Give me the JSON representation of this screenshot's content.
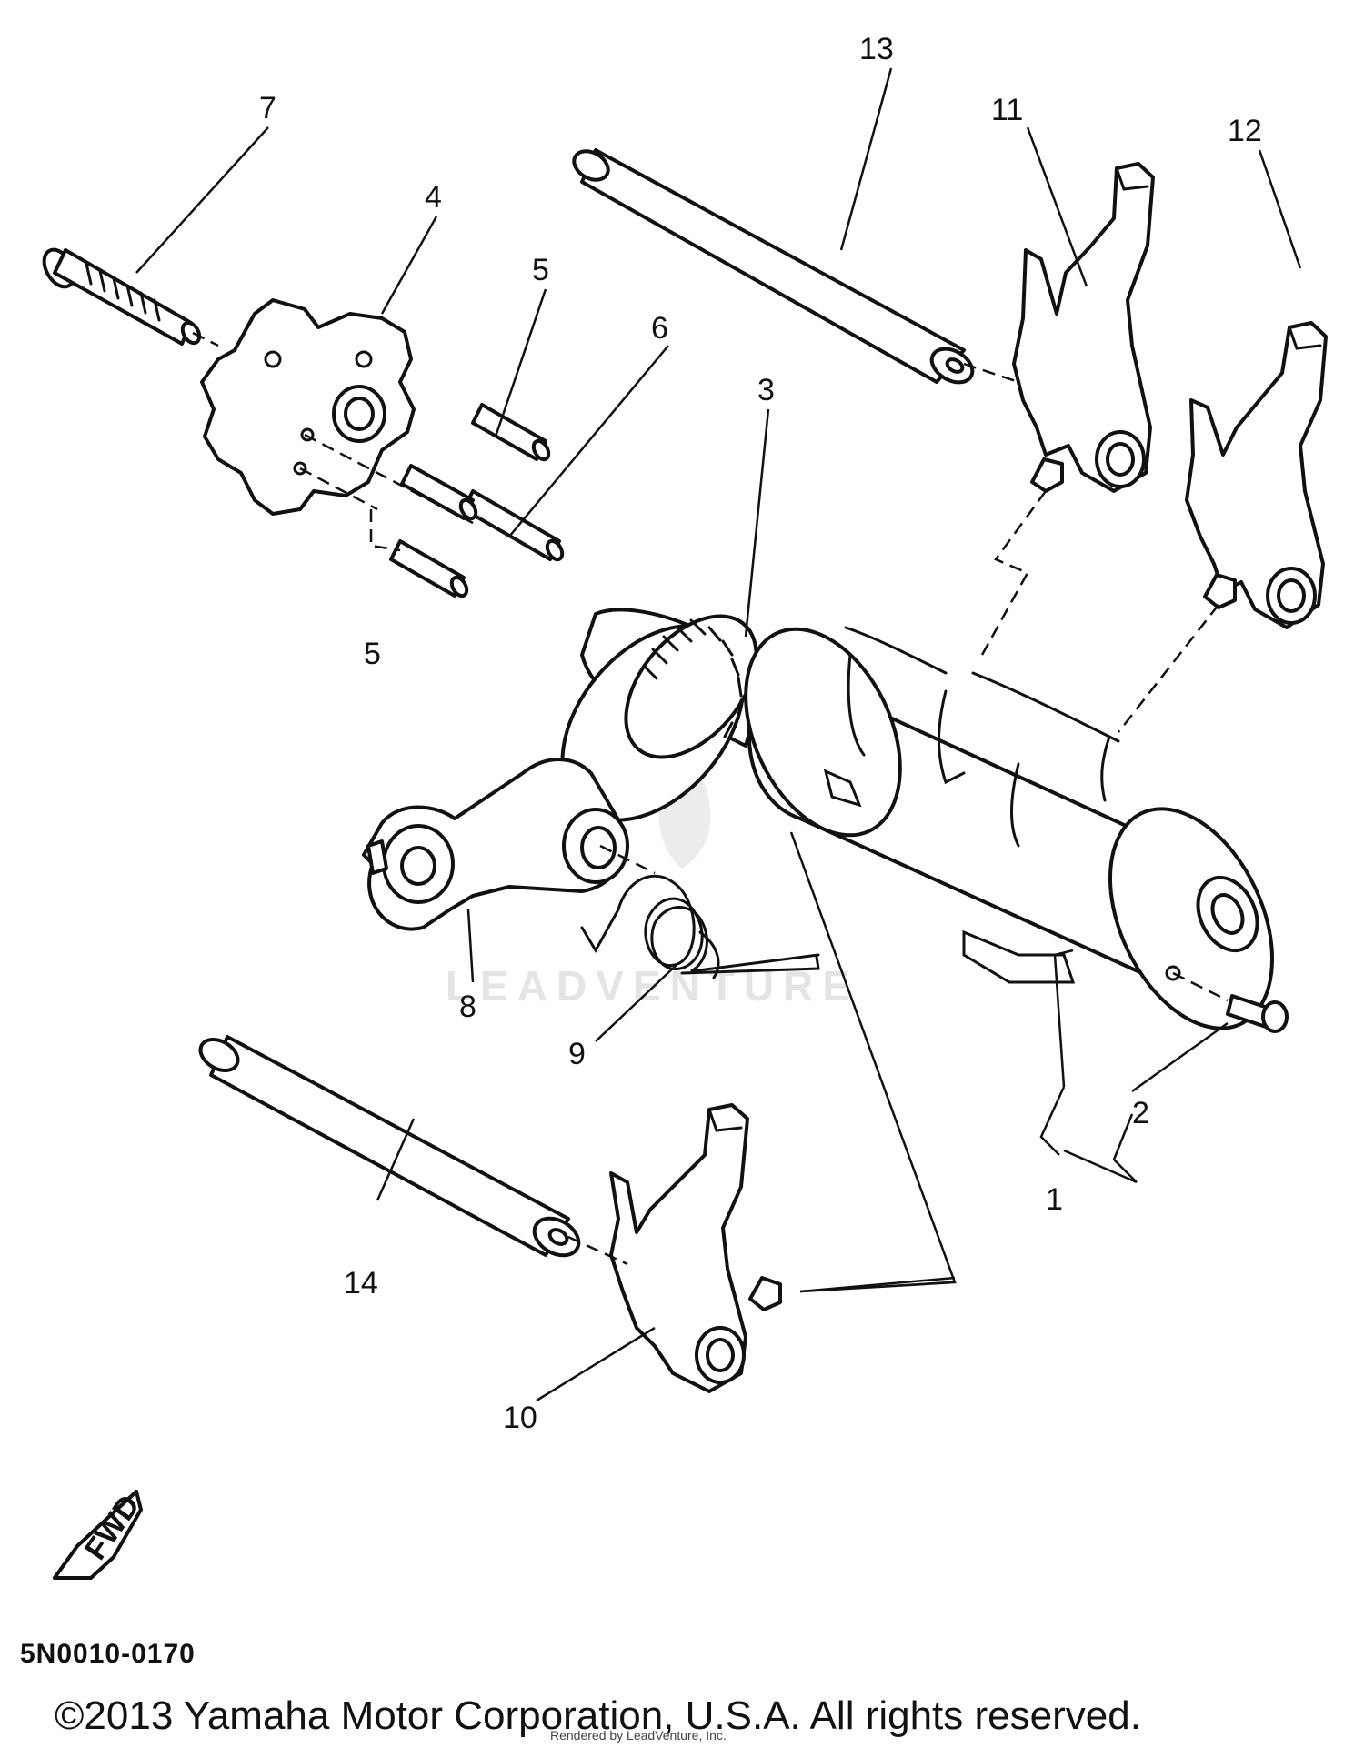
{
  "diagram": {
    "callouts": [
      {
        "id": "1",
        "text": "1"
      },
      {
        "id": "2",
        "text": "2"
      },
      {
        "id": "3",
        "text": "3"
      },
      {
        "id": "4",
        "text": "4"
      },
      {
        "id": "5a",
        "text": "5"
      },
      {
        "id": "5b",
        "text": "5"
      },
      {
        "id": "6",
        "text": "6"
      },
      {
        "id": "7",
        "text": "7"
      },
      {
        "id": "8",
        "text": "8"
      },
      {
        "id": "9",
        "text": "9"
      },
      {
        "id": "10",
        "text": "10"
      },
      {
        "id": "11",
        "text": "11"
      },
      {
        "id": "12",
        "text": "12"
      },
      {
        "id": "13",
        "text": "13"
      },
      {
        "id": "14",
        "text": "14"
      }
    ],
    "watermark": "LEADVENTURE",
    "fwd_label": "FWD",
    "diagram_code": "5N0010-0170"
  },
  "footer": {
    "copyright": "©2013 Yamaha Motor Corporation, U.S.A. All rights reserved.",
    "rendered_by": "Rendered by LeadVenture, Inc."
  }
}
